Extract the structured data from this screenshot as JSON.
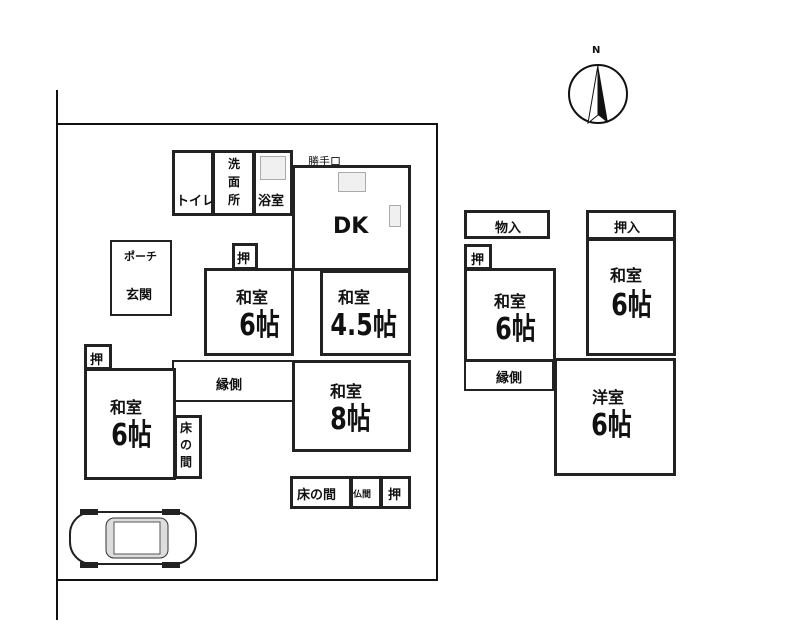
{
  "compass": {
    "north_label": "N"
  },
  "floor1": {
    "kitchen_door": "勝手口",
    "toilet": "トイレ",
    "washroom": "洗\n面\n所",
    "washroom_chars": [
      "洗",
      "面",
      "所"
    ],
    "bath": "浴室",
    "dk": "DK",
    "porch": "ポーチ",
    "entrance": "玄関",
    "closet_a": "押",
    "closet_b": "押",
    "closet_c": "押",
    "room_6a": {
      "name": "和室",
      "size": "6帖"
    },
    "room_45": {
      "name": "和室",
      "size": "4.5帖"
    },
    "veranda": "縁側",
    "room_8": {
      "name": "和室",
      "size": "8帖"
    },
    "room_6b": {
      "name": "和室",
      "size": "6帖"
    },
    "alcove_left_chars": [
      "床",
      "の",
      "間"
    ],
    "alcove": "床の間",
    "butsuma": "仏間"
  },
  "floor2": {
    "storage": "物入",
    "oshiire": "押入",
    "closet": "押",
    "room_6a": {
      "name": "和室",
      "size": "6帖"
    },
    "room_6b": {
      "name": "和室",
      "size": "6帖"
    },
    "veranda": "縁側",
    "western": {
      "name": "洋室",
      "size": "6帖"
    }
  }
}
